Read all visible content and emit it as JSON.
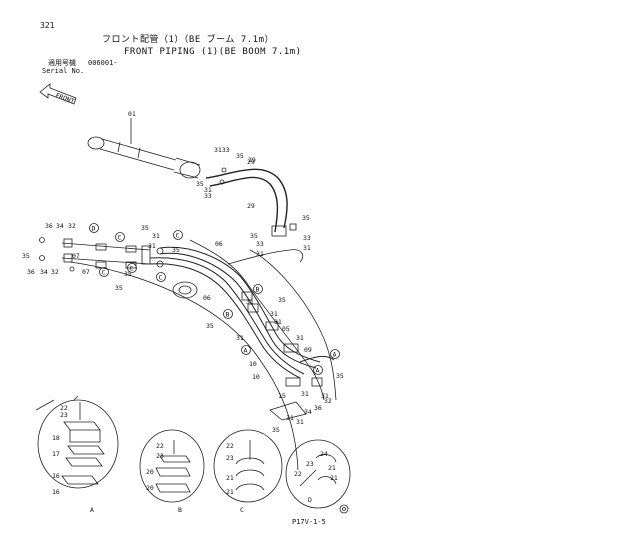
{
  "page": {
    "number": "321",
    "title_jp": "フロント配管（1）（BE ブーム 7.1m）",
    "title_en": "FRONT PIPING (1)(BE BOOM 7.1m)",
    "serial_label_jp": "適用号機",
    "serial_value": "006001-",
    "serial_label_en": "Serial No.",
    "drawing_code": "P17V-1-5"
  },
  "diagram": {
    "front_label": "FRONT",
    "callouts": [
      "01",
      "05",
      "06",
      "07",
      "09",
      "10",
      "15",
      "16",
      "17",
      "18",
      "20",
      "21",
      "22",
      "23",
      "24",
      "29",
      "31",
      "32",
      "33",
      "34",
      "35",
      "36"
    ],
    "view_letters": [
      "A",
      "B",
      "C",
      "D"
    ],
    "details": [
      {
        "letter": "A",
        "parts": [
          "22",
          "23",
          "18",
          "17",
          "16",
          "16"
        ]
      },
      {
        "letter": "B",
        "parts": [
          "22",
          "23",
          "20",
          "20"
        ]
      },
      {
        "letter": "C",
        "parts": [
          "22",
          "23",
          "21",
          "21"
        ]
      },
      {
        "letter": "D",
        "parts": [
          "22",
          "23",
          "24",
          "21",
          "21"
        ]
      }
    ]
  }
}
